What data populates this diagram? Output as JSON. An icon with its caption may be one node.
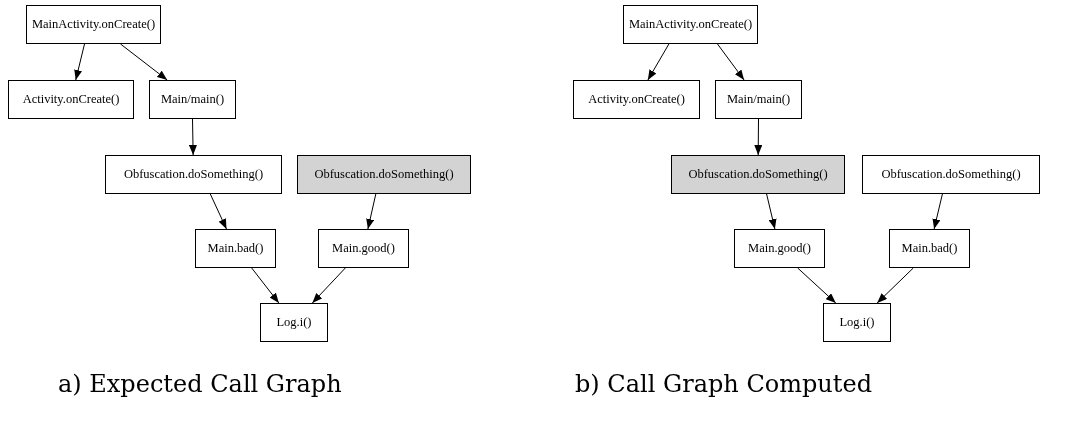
{
  "diagram": {
    "nodes": [
      {
        "text": [
          "MainActivity.onCreate()"
        ]
      },
      {
        "text": [
          "Activity.onCreate()"
        ]
      },
      {
        "text": [
          "Main/main()"
        ]
      },
      {
        "text": [
          "Obfuscation.doSomething()"
        ]
      },
      {
        "text": [
          "Obfuscation.doSomething()"
        ]
      },
      {
        "text": [
          "Main.bad()"
        ]
      },
      {
        "text": [
          "Main.good()"
        ]
      },
      {
        "text": [
          "Log.i()"
        ]
      },
      {
        "text": [
          "MainActivity.onCreate()"
        ]
      },
      {
        "text": [
          "Activity.onCreate()"
        ]
      },
      {
        "text": [
          "Main/main()"
        ]
      },
      {
        "text": [
          "Obfuscation.doSomething()"
        ]
      },
      {
        "text": [
          "Obfuscation.doSomething()"
        ]
      },
      {
        "text": [
          "Main.good()"
        ]
      },
      {
        "text": [
          "Main.bad()"
        ]
      },
      {
        "text": [
          "Log.i()"
        ]
      }
    ],
    "edges": [
      {
        "from": 0,
        "to": 1,
        "arrow": "to"
      },
      {
        "from": 0,
        "to": 2,
        "arrow": "to"
      },
      {
        "from": 2,
        "to": 3,
        "arrow": "to"
      },
      {
        "from": 3,
        "to": 5,
        "arrow": "to"
      },
      {
        "from": 4,
        "to": 6,
        "arrow": "to"
      },
      {
        "from": 5,
        "to": 7,
        "arrow": "to"
      },
      {
        "from": 6,
        "to": 7,
        "arrow": "to"
      },
      {
        "from": 8,
        "to": 9,
        "arrow": "to"
      },
      {
        "from": 8,
        "to": 10,
        "arrow": "to"
      },
      {
        "from": 10,
        "to": 11,
        "arrow": "to"
      },
      {
        "from": 11,
        "to": 13,
        "arrow": "to"
      },
      {
        "from": 12,
        "to": 14,
        "arrow": "to"
      },
      {
        "from": 13,
        "to": 15,
        "arrow": "to"
      },
      {
        "from": 14,
        "to": 15,
        "arrow": "to"
      }
    ],
    "labels": [
      "a) Expected Call Graph",
      "b) Call Graph Computed"
    ]
  }
}
